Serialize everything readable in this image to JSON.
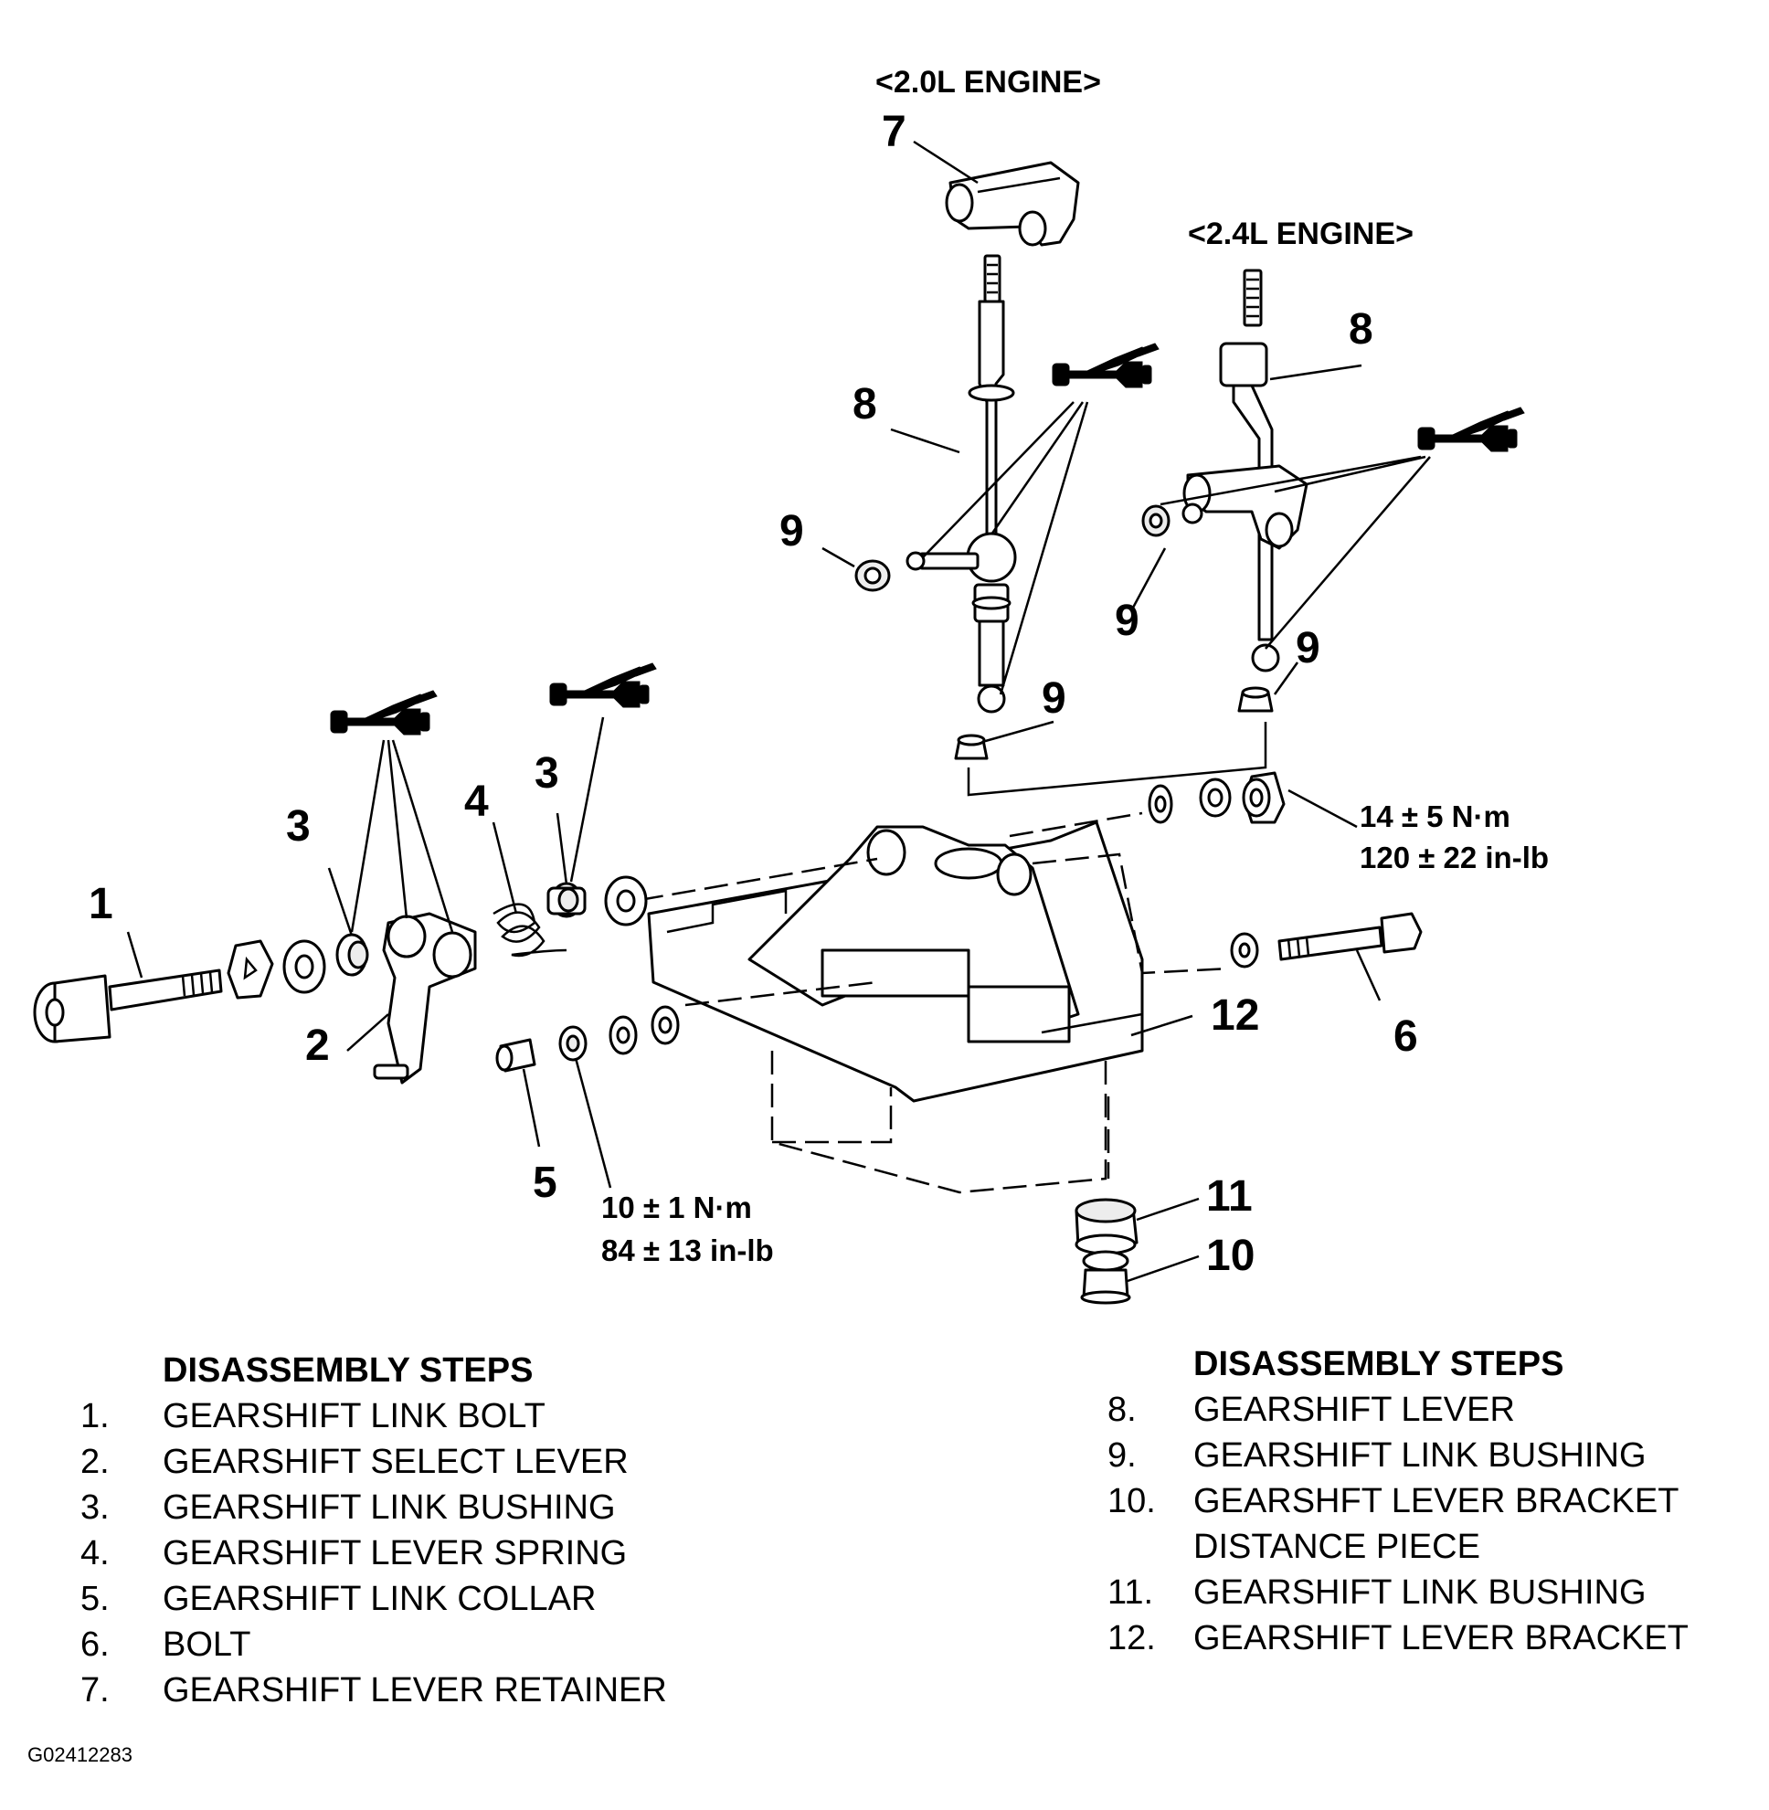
{
  "engine_labels": {
    "engine_20": "<2.0L ENGINE>",
    "engine_24": "<2.4L ENGINE>"
  },
  "callouts": {
    "c1": "1",
    "c2": "2",
    "c3a": "3",
    "c3b": "3",
    "c4": "4",
    "c5": "5",
    "c6": "6",
    "c7": "7",
    "c8a": "8",
    "c8b": "8",
    "c9a": "9",
    "c9b": "9",
    "c9c": "9",
    "c9d": "9",
    "c10": "10",
    "c11": "11",
    "c12": "12"
  },
  "torque": {
    "upper_nm": "14 ± 5 N·m",
    "upper_inlb": "120 ± 22 in-lb",
    "lower_nm": "10 ± 1 N·m",
    "lower_inlb": "84 ± 13 in-lb"
  },
  "steps_left": {
    "header": "DISASSEMBLY STEPS",
    "items": [
      {
        "num": "1.",
        "text": "GEARSHIFT LINK BOLT"
      },
      {
        "num": "2.",
        "text": "GEARSHIFT SELECT LEVER"
      },
      {
        "num": "3.",
        "text": "GEARSHIFT LINK BUSHING"
      },
      {
        "num": "4.",
        "text": "GEARSHIFT LEVER SPRING"
      },
      {
        "num": "5.",
        "text": "GEARSHIFT LINK COLLAR"
      },
      {
        "num": "6.",
        "text": "BOLT"
      },
      {
        "num": "7.",
        "text": "GEARSHIFT LEVER RETAINER"
      }
    ]
  },
  "steps_right": {
    "header": "DISASSEMBLY STEPS",
    "items": [
      {
        "num": "8.",
        "text": "GEARSHIFT LEVER"
      },
      {
        "num": "9.",
        "text": "GEARSHIFT LINK BUSHING"
      },
      {
        "num": "10.",
        "text": "GEARSHFT LEVER BRACKET"
      },
      {
        "num": "",
        "text": "DISTANCE PIECE"
      },
      {
        "num": "11.",
        "text": "GEARSHIFT LINK BUSHING"
      },
      {
        "num": "12.",
        "text": "GEARSHIFT LEVER BRACKET"
      }
    ]
  },
  "figure_id": "G02412283",
  "icons": [
    "grease-gun-icon"
  ],
  "colors": {
    "ink": "#000000",
    "paper": "#ffffff"
  }
}
